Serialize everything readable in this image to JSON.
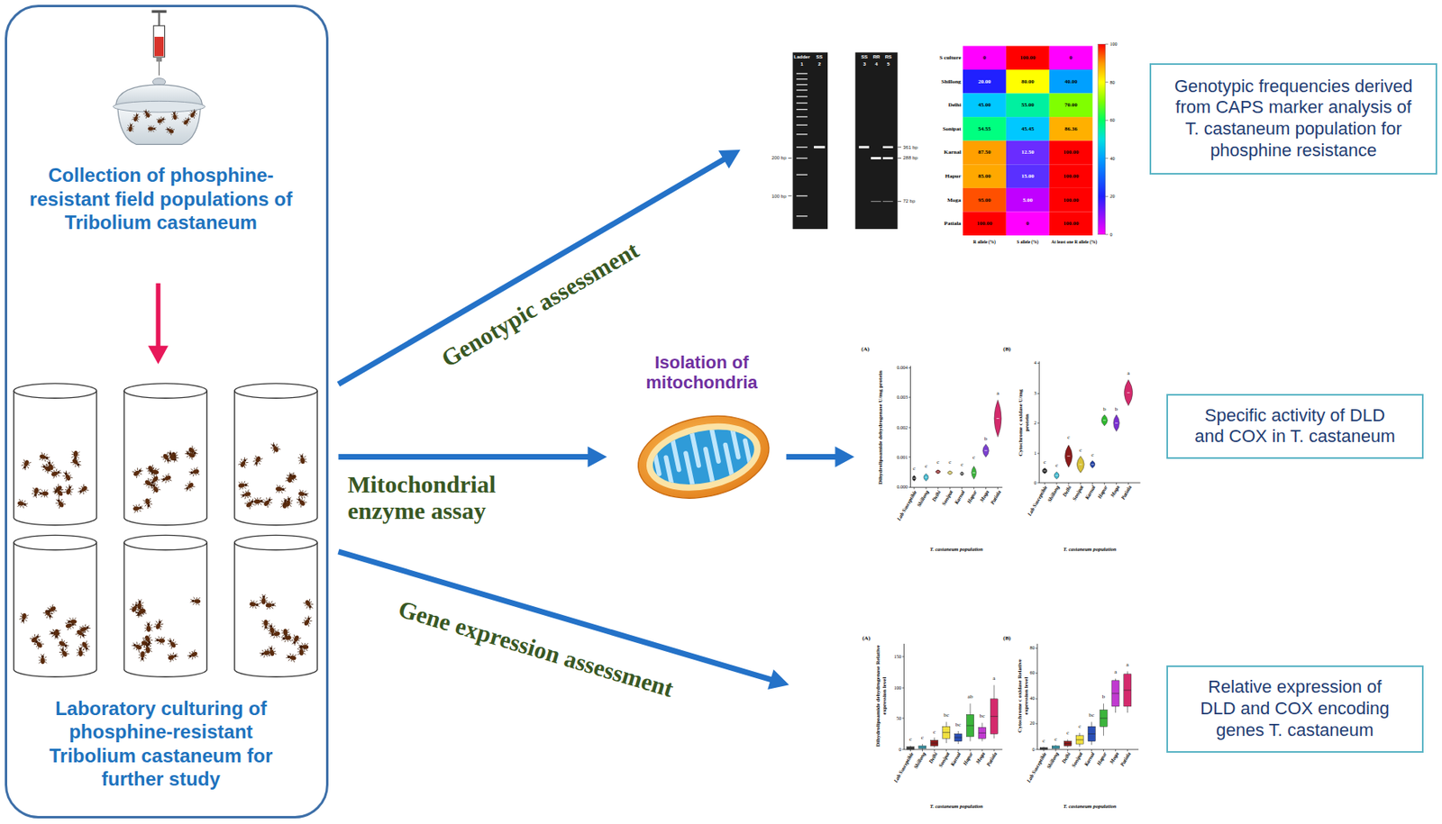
{
  "diagram": {
    "nodes": [
      {
        "text": [
          "Collection of phosphine-resistant field populations of Tribolium castaneum",
          "Laboratory culturing of phosphine-resistant Tribolium castaneum for further study"
        ]
      },
      {
        "text": [
          "Ladder",
          "SS",
          "1",
          "2",
          "SS",
          "RR",
          "RS",
          "3",
          "4",
          "5",
          "200 bp",
          "100 bp",
          "361 bp",
          "288 bp",
          "72 bp"
        ]
      },
      {
        "text": [
          "Isolation of mitochondria"
        ]
      },
      {
        "text": [
          "(A)",
          "Dihydrolipoamide dehydrogenase U/mg protein",
          "0.004",
          "0.003",
          "0.002",
          "0.001",
          "0.000",
          "Lab Susceptible",
          "Shillong",
          "Delhi",
          "Sonipat",
          "Karnal",
          "Hapur",
          "Moga",
          "Patiala",
          "c",
          "c",
          "c",
          "c",
          "c",
          "c",
          "b",
          "a",
          "T. castaneum population",
          "(B)",
          "Cytochrome c oxidase U/mg protein",
          "4",
          "3",
          "2",
          "1",
          "0",
          "Lab Susceptible",
          "Shillong",
          "Delhi",
          "Sonipat",
          "Karnal",
          "Hapur",
          "Moga",
          "Patiala",
          "c",
          "c",
          "c",
          "c",
          "c",
          "b",
          "b",
          "a",
          "T. castaneum population"
        ]
      },
      {
        "text": [
          "(A)",
          "Dihydrolipoamide dehydrogenase Relative expression level",
          "150",
          "100",
          "50",
          "0",
          "Lab Susceptible",
          "Shillong",
          "Delhi",
          "Sonipat",
          "Karnal",
          "Hapur",
          "Moga",
          "Patiala",
          "c",
          "c",
          "c",
          "bc",
          "bc",
          "ab",
          "bc",
          "a",
          "T. castaneum population",
          "(B)",
          "Cytochrome c oxidase Relative expression level",
          "80",
          "60",
          "40",
          "20",
          "0",
          "Lab Susceptible",
          "Shillong",
          "Delhi",
          "Sonipat",
          "Karnal",
          "Hapur",
          "Moga",
          "Patiala",
          "c",
          "c",
          "c",
          "c",
          "bc",
          "b",
          "a",
          "a",
          "T. castaneum population"
        ]
      },
      {
        "text": [
          "Genotypic frequencies derived from CAPS marker analysis of T. castaneum population for phosphine resistance"
        ]
      },
      {
        "text": [
          "Specific activity of DLD and COX in T. castaneum"
        ]
      },
      {
        "text": [
          "Relative expression of DLD and COX encoding genes T. castaneum"
        ]
      }
    ],
    "edges": [
      {
        "from": 0,
        "to": 1,
        "arrow": "to",
        "label": "Genotypic assessment"
      },
      {
        "from": 0,
        "to": 2,
        "arrow": "to",
        "label": "Mitochondrial enzyme assay"
      },
      {
        "from": 2,
        "to": 3,
        "arrow": "to"
      },
      {
        "from": 0,
        "to": 4,
        "arrow": "to",
        "label": "Gene expression assessment"
      }
    ],
    "labels": [
      "S culture",
      "0",
      "100.00",
      "0",
      "Shillong",
      "20.00",
      "80.00",
      "40.00",
      "Delhi",
      "45.00",
      "55.00",
      "70.00",
      "Sonipat",
      "54.55",
      "45.45",
      "86.36",
      "Karnal",
      "87.50",
      "12.50",
      "100.00",
      "Hapur",
      "85.00",
      "15.00",
      "100.00",
      "Moga",
      "95.00",
      "5.00",
      "100.00",
      "Patiala",
      "100.00",
      "0",
      "100.00",
      "R allele (%)",
      "S allele (%)",
      "At least one R allele (%)",
      "100",
      "80",
      "60",
      "40",
      "20",
      "0"
    ]
  }
}
